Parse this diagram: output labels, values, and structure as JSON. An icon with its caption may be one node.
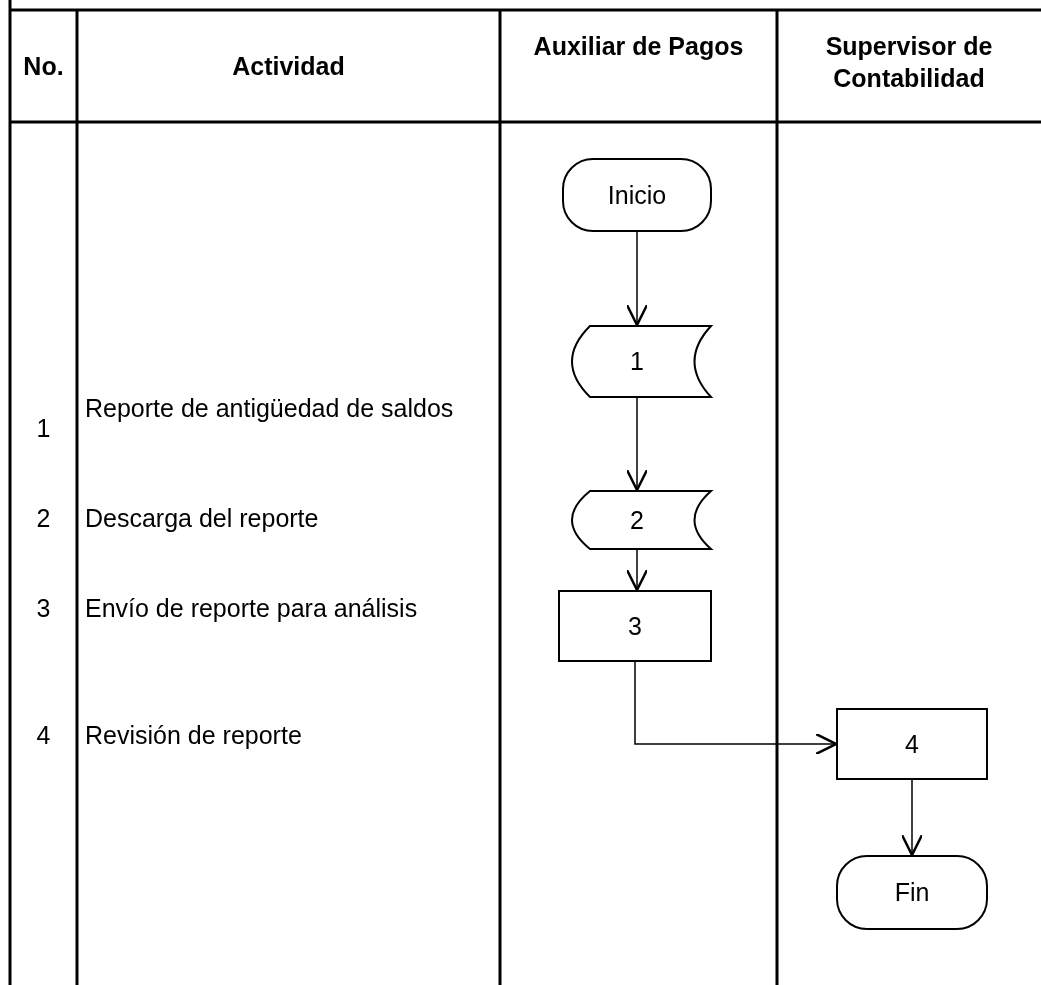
{
  "diagram": {
    "nodes": [
      {
        "text": [
          "Inicio"
        ]
      },
      {
        "text": [
          "1"
        ]
      },
      {
        "text": [
          "2"
        ]
      },
      {
        "text": [
          "3"
        ]
      },
      {
        "text": [
          "4"
        ]
      },
      {
        "text": [
          "Fin"
        ]
      }
    ],
    "edges": [
      {
        "from": 0,
        "to": 1,
        "arrow": "to"
      },
      {
        "from": 1,
        "to": 2,
        "arrow": "to"
      },
      {
        "from": 2,
        "to": 3,
        "arrow": "to"
      },
      {
        "from": 3,
        "to": 4,
        "arrow": "to"
      },
      {
        "from": 4,
        "to": 5,
        "arrow": "to"
      }
    ],
    "labels": [
      "No.",
      "Actividad",
      "Auxiliar de Pagos",
      "Supervisor de Contabilidad",
      "1",
      "Reporte de antigüedad de saldos",
      "2",
      "Descarga del reporte",
      "3",
      "Envío de reporte para análisis",
      "4",
      "Revisión de reporte"
    ]
  }
}
